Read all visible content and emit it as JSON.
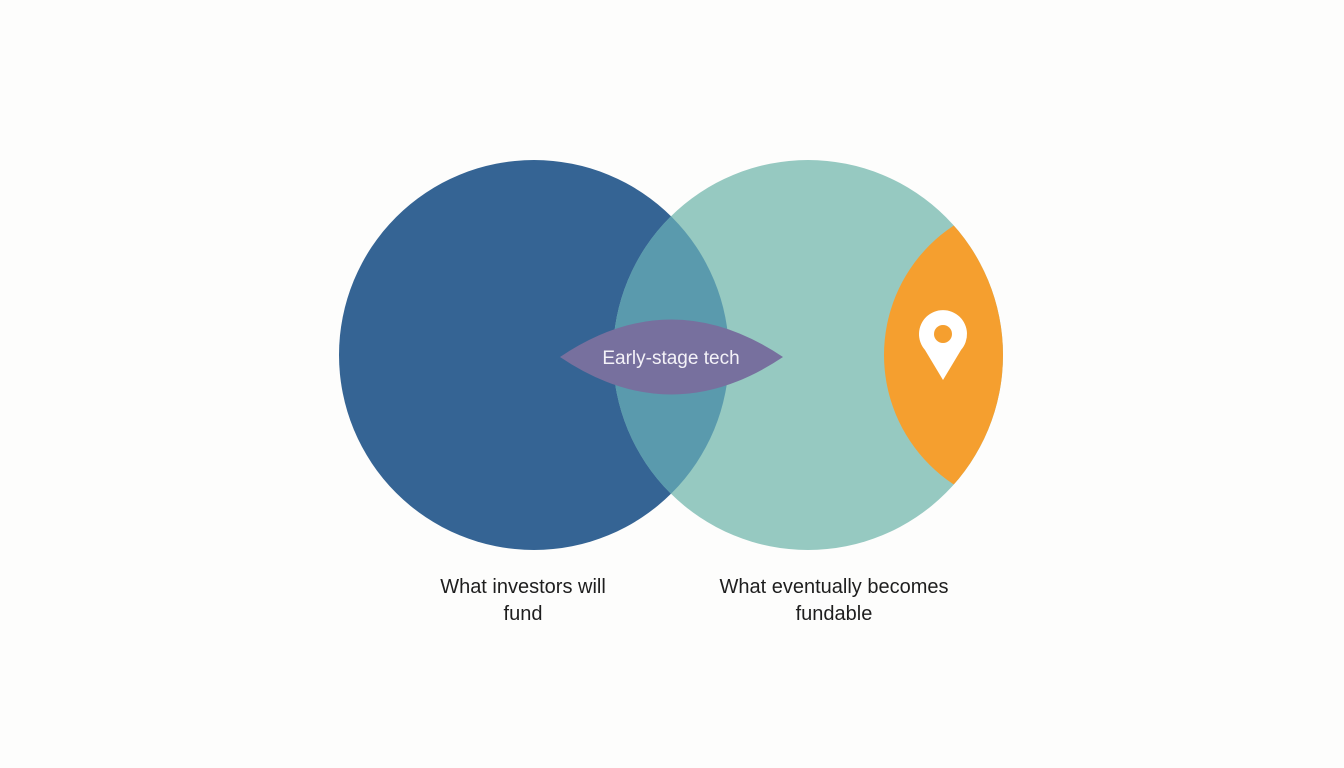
{
  "diagram": {
    "type": "venn",
    "sets": [
      {
        "id": "investors",
        "label": "What investors will fund",
        "color": "#356494"
      },
      {
        "id": "fundable",
        "label": "What eventually becomes fundable",
        "color": "#96c9c1"
      }
    ],
    "overlap": {
      "label": "Early-stage tech",
      "color": "#5a9aad",
      "badge_color": "#77709e"
    },
    "highlight": {
      "icon": "map-pin-icon",
      "color": "#f59f2f",
      "icon_color": "#ffffff"
    }
  },
  "labels": {
    "left_line1": "What investors will",
    "left_line2": "fund",
    "right_line1": "What eventually becomes",
    "right_line2": "fundable"
  }
}
